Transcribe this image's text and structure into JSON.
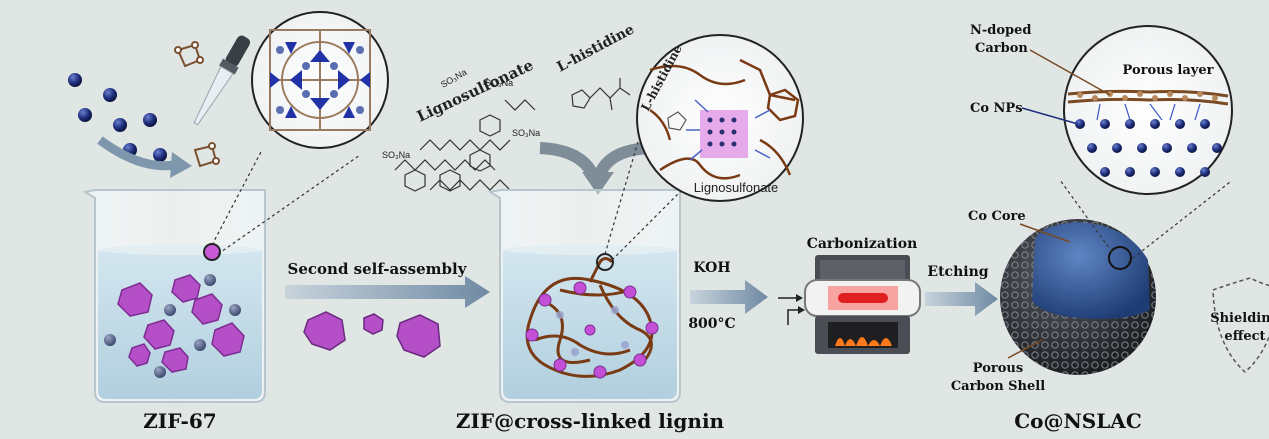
{
  "labels": {
    "lignosulfonate_chain": "Lignosulfonate",
    "so3na": "SO₃Na",
    "l_histidine": "L-histidine",
    "inset_l_histidine": "L-histidine",
    "inset_lignosulfonate": "Lignosulfonate",
    "second_self_assembly": "Second self-assembly",
    "koh": "KOH",
    "temperature": "800°C",
    "carbonization": "Carbonization",
    "etching": "Etching",
    "n_doped_carbon": "N-doped Carbon",
    "porous_layer": "Porous layer",
    "co_nps": "Co NPs",
    "co_core": "Co Core",
    "porous_carbon_shell": "Porous Carbon Shell",
    "shielding_effect": "Shielding effect"
  },
  "captions": {
    "zif67": "ZIF-67",
    "zif_lignin": "ZIF@cross-linked lignin",
    "co_nslac": "Co@NSLAC"
  },
  "colors": {
    "background": "#dfe6e3",
    "cobalt_ball": "#1e2f7c",
    "zif_crystal": "#b44fc7",
    "lignin_chain": "#7a3a14",
    "arrow": "#7f97ad",
    "liquid": "#c4dbe7"
  }
}
